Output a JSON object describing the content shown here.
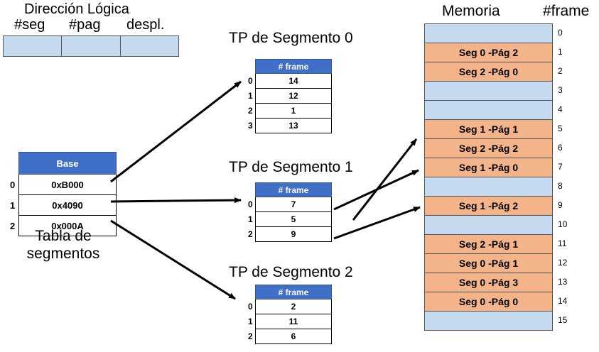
{
  "logical_address": {
    "title": "Dirección Lógica",
    "fields": [
      "#seg",
      "#pag",
      "despl."
    ]
  },
  "segment_table": {
    "header": "Base",
    "rows": [
      {
        "index": "0",
        "base": "0xB000"
      },
      {
        "index": "1",
        "base": "0x4090"
      },
      {
        "index": "2",
        "base": "0x000A"
      }
    ],
    "caption_line1": "Tabla de",
    "caption_line2": "segmentos"
  },
  "page_tables": [
    {
      "title": "TP de Segmento 0",
      "header": "# frame",
      "rows": [
        {
          "index": "0",
          "frame": "14"
        },
        {
          "index": "1",
          "frame": "12"
        },
        {
          "index": "2",
          "frame": "1"
        },
        {
          "index": "3",
          "frame": "13"
        }
      ]
    },
    {
      "title": "TP de Segmento 1",
      "header": "# frame",
      "rows": [
        {
          "index": "0",
          "frame": "7"
        },
        {
          "index": "1",
          "frame": "5"
        },
        {
          "index": "2",
          "frame": "9"
        }
      ]
    },
    {
      "title": "TP de Segmento 2",
      "header": "# frame",
      "rows": [
        {
          "index": "0",
          "frame": "2"
        },
        {
          "index": "1",
          "frame": "11"
        },
        {
          "index": "2",
          "frame": "6"
        }
      ]
    }
  ],
  "memory": {
    "title": "Memoria",
    "frame_title": "#frame",
    "frames": [
      {
        "number": "0",
        "label": ""
      },
      {
        "number": "1",
        "label": "Seg 0 -Pág 2"
      },
      {
        "number": "2",
        "label": "Seg 2 -Pág 0"
      },
      {
        "number": "3",
        "label": ""
      },
      {
        "number": "4",
        "label": ""
      },
      {
        "number": "5",
        "label": "Seg 1 -Pág 1"
      },
      {
        "number": "6",
        "label": "Seg 2 -Pág 2"
      },
      {
        "number": "7",
        "label": "Seg 1 -Pág 0"
      },
      {
        "number": "8",
        "label": ""
      },
      {
        "number": "9",
        "label": "Seg 1 -Pág 2"
      },
      {
        "number": "10",
        "label": ""
      },
      {
        "number": "11",
        "label": "Seg 2 -Pág 1"
      },
      {
        "number": "12",
        "label": "Seg 0 -Pág 1"
      },
      {
        "number": "13",
        "label": "Seg 0 -Pág 3"
      },
      {
        "number": "14",
        "label": "Seg 0 -Pág 0"
      },
      {
        "number": "15",
        "label": ""
      }
    ]
  },
  "colors": {
    "free_frame": "#c5d9ef",
    "used_frame": "#f4b48a",
    "table_header": "#3f6fc6"
  }
}
